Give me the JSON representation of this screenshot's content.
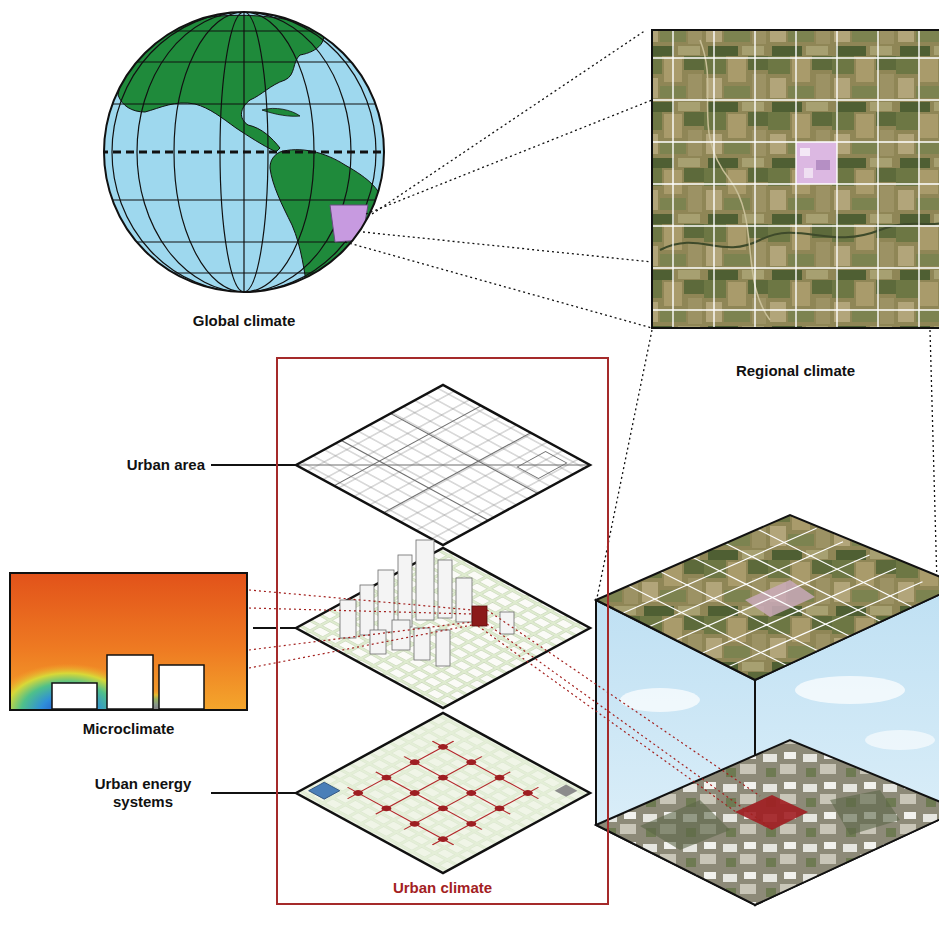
{
  "diagram": {
    "nodes": [
      {
        "text": [
          "Global climate"
        ]
      },
      {
        "text": [
          "Regional climate"
        ]
      },
      {
        "text": [
          "Microclimate"
        ]
      },
      {
        "text": [
          "Urban climate"
        ]
      }
    ],
    "edges": [
      {
        "from": 0,
        "to": 1,
        "arrow": "none"
      },
      {
        "from": 2,
        "to": 3,
        "arrow": "none"
      }
    ],
    "labels": [
      "Urban area",
      "Urban energy systems"
    ]
  }
}
